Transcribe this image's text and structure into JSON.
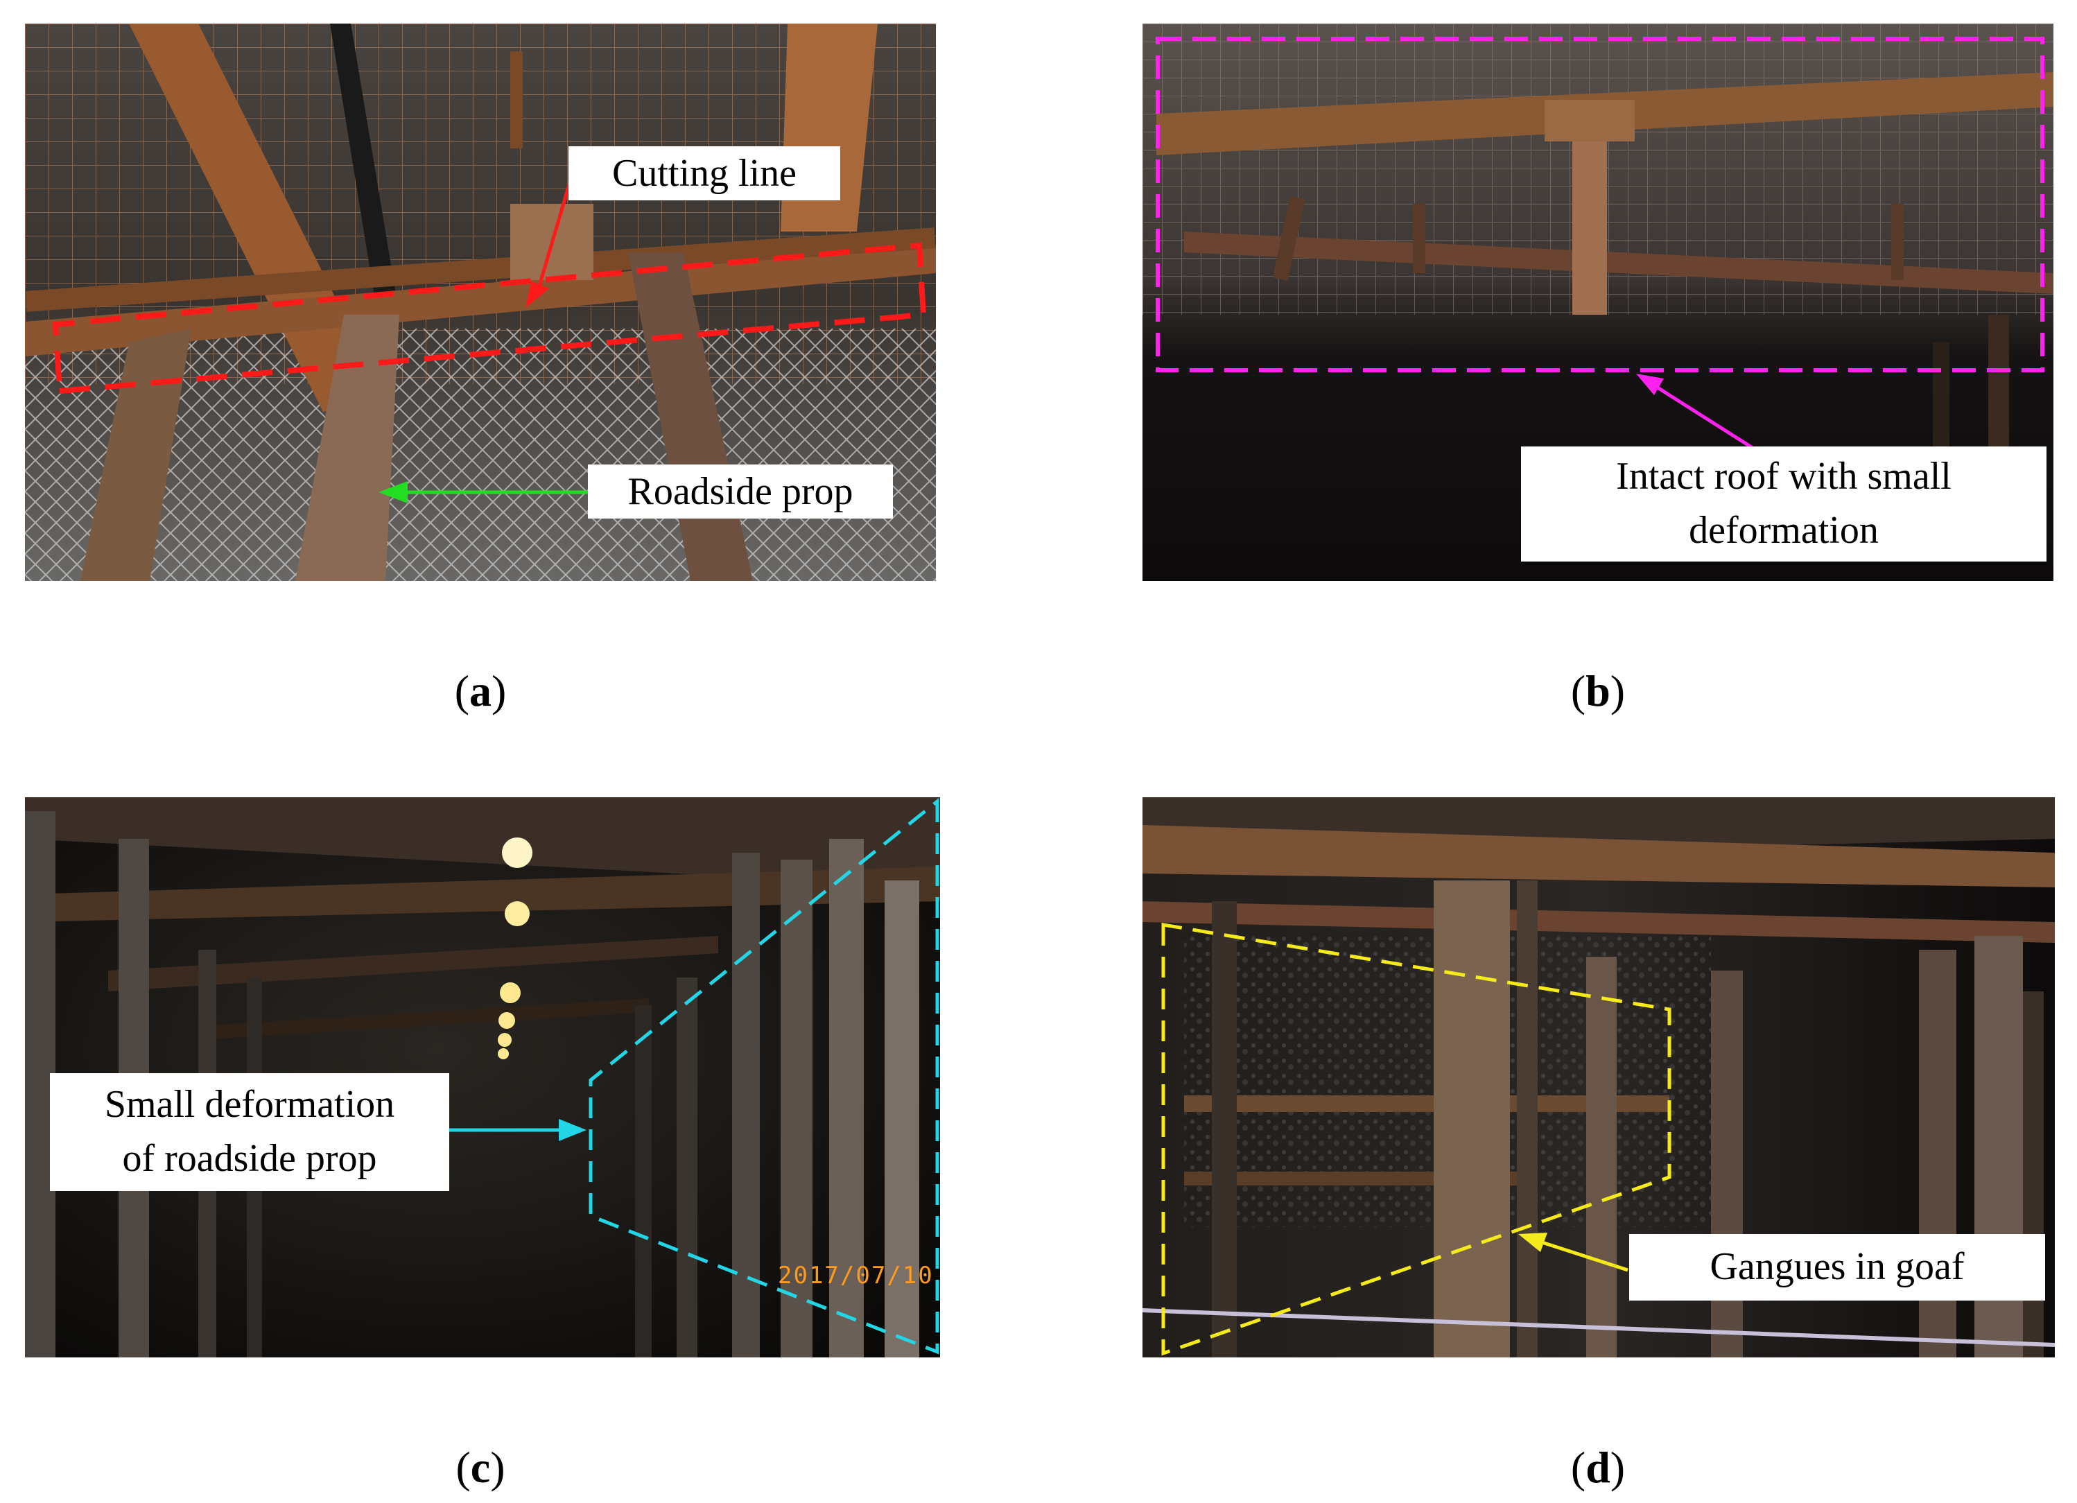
{
  "colors": {
    "annotation_a_cut": "#ff1a1a",
    "annotation_a_prop": "#22dd22",
    "annotation_b": "#ff22ee",
    "annotation_c": "#22d6e6",
    "annotation_d": "#f5ea1a",
    "date_stamp": "#ff9a1a"
  },
  "panels": [
    {
      "id": "a",
      "caption_letter": "a",
      "labels": [
        "Cutting line",
        "Roadside prop"
      ],
      "icons": [
        "mesh-roof-photo",
        "red-dashed-box",
        "red-arrow",
        "green-arrow"
      ]
    },
    {
      "id": "b",
      "caption_letter": "b",
      "labels": [
        "Intact roof with small",
        "deformation"
      ],
      "icons": [
        "roof-photo",
        "magenta-dashed-box",
        "magenta-arrow"
      ]
    },
    {
      "id": "c",
      "caption_letter": "c",
      "labels": [
        "Small deformation",
        "of roadside prop"
      ],
      "stamp": "2017/07/10",
      "icons": [
        "tunnel-photo",
        "cyan-dashed-quad",
        "cyan-arrow"
      ]
    },
    {
      "id": "d",
      "caption_letter": "d",
      "labels": [
        "Gangues in goaf"
      ],
      "icons": [
        "goaf-photo",
        "yellow-dashed-quad",
        "yellow-arrow"
      ]
    }
  ]
}
